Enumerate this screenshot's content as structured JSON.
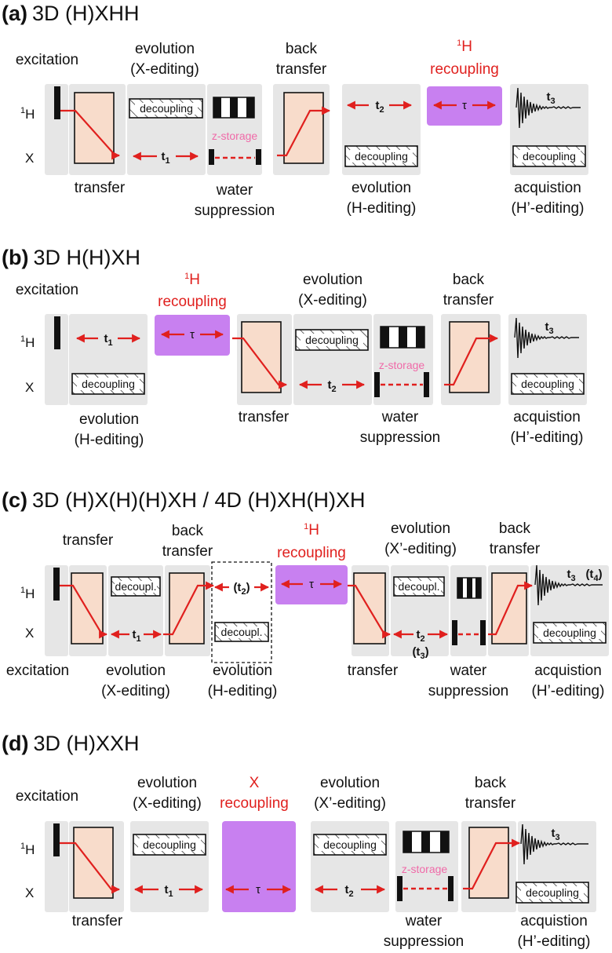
{
  "diagram": {
    "panels": [
      {
        "letter": "(a)",
        "name": "3D (H)XHH",
        "labels": {
          "excitation": "excitation",
          "transfer": "transfer",
          "evolution1_a": "evolution",
          "evolution1_b": "(X-editing)",
          "water_a": "water",
          "water_b": "suppression",
          "back_a": "back",
          "back_b": "transfer",
          "rec_a": "1H",
          "rec_b": "recoupling",
          "evolution2_a": "evolution",
          "evolution2_b": "(H-editing)",
          "acq_a": "acquistion",
          "acq_b": "(H’-editing)"
        }
      },
      {
        "letter": "(b)",
        "name": "3D H(H)XH",
        "labels": {
          "excitation": "excitation",
          "rec_a": "1H",
          "rec_b": "recoupling",
          "evolution1_a": "evolution",
          "evolution1_b": "(H-editing)",
          "transfer": "transfer",
          "evolution2_a": "evolution",
          "evolution2_b": "(X-editing)",
          "water_a": "water",
          "water_b": "suppression",
          "back_a": "back",
          "back_b": "transfer",
          "acq_a": "acquistion",
          "acq_b": "(H’-editing)"
        }
      },
      {
        "letter": "(c)",
        "name": "3D (H)X(H)(H)XH  /  4D (H)XH(H)XH",
        "labels": {
          "transfer1": "transfer",
          "back1_a": "back",
          "back1_b": "transfer",
          "rec_a": "1H",
          "rec_b": "recoupling",
          "evolution3_a": "evolution",
          "evolution3_b": "(X’-editing)",
          "back2_a": "back",
          "back2_b": "transfer",
          "excitation": "excitation",
          "evolution1_a": "evolution",
          "evolution1_b": "(X-editing)",
          "evolution2_a": "evolution",
          "evolution2_b": "(H-editing)",
          "transfer2": "transfer",
          "water_a": "water",
          "water_b": "suppression",
          "acq_a": "acquistion",
          "acq_b": "(H’-editing)"
        }
      },
      {
        "letter": "(d)",
        "name": "3D (H)XXH",
        "labels": {
          "excitation": "excitation",
          "evolution1_a": "evolution",
          "evolution1_b": "(X-editing)",
          "rec_a": "X",
          "rec_b": "recoupling",
          "evolution2_a": "evolution",
          "evolution2_b": "(X’-editing)",
          "back_a": "back",
          "back_b": "transfer",
          "transfer": "transfer",
          "water_a": "water",
          "water_b": "suppression",
          "acq_a": "acquistion",
          "acq_b": "(H’-editing)"
        }
      }
    ],
    "channels": {
      "h": "1H",
      "x": "X"
    },
    "blocks": {
      "decoupling": "decoupling",
      "decoupl": "decoupl.",
      "z_storage": "z-storage",
      "tau": "τ"
    },
    "times": {
      "t1": "t1",
      "t2": "t2",
      "t3": "t3",
      "t4": "t4",
      "t2_paren": "(t2)",
      "t3_paren": "(t3)"
    },
    "colors": {
      "red": "#e0201e",
      "recoupling_fill": "#c880f0",
      "transfer_fill": "#f8dccb",
      "background": "#e6e6e6",
      "z_storage": "#f06aa8"
    }
  }
}
